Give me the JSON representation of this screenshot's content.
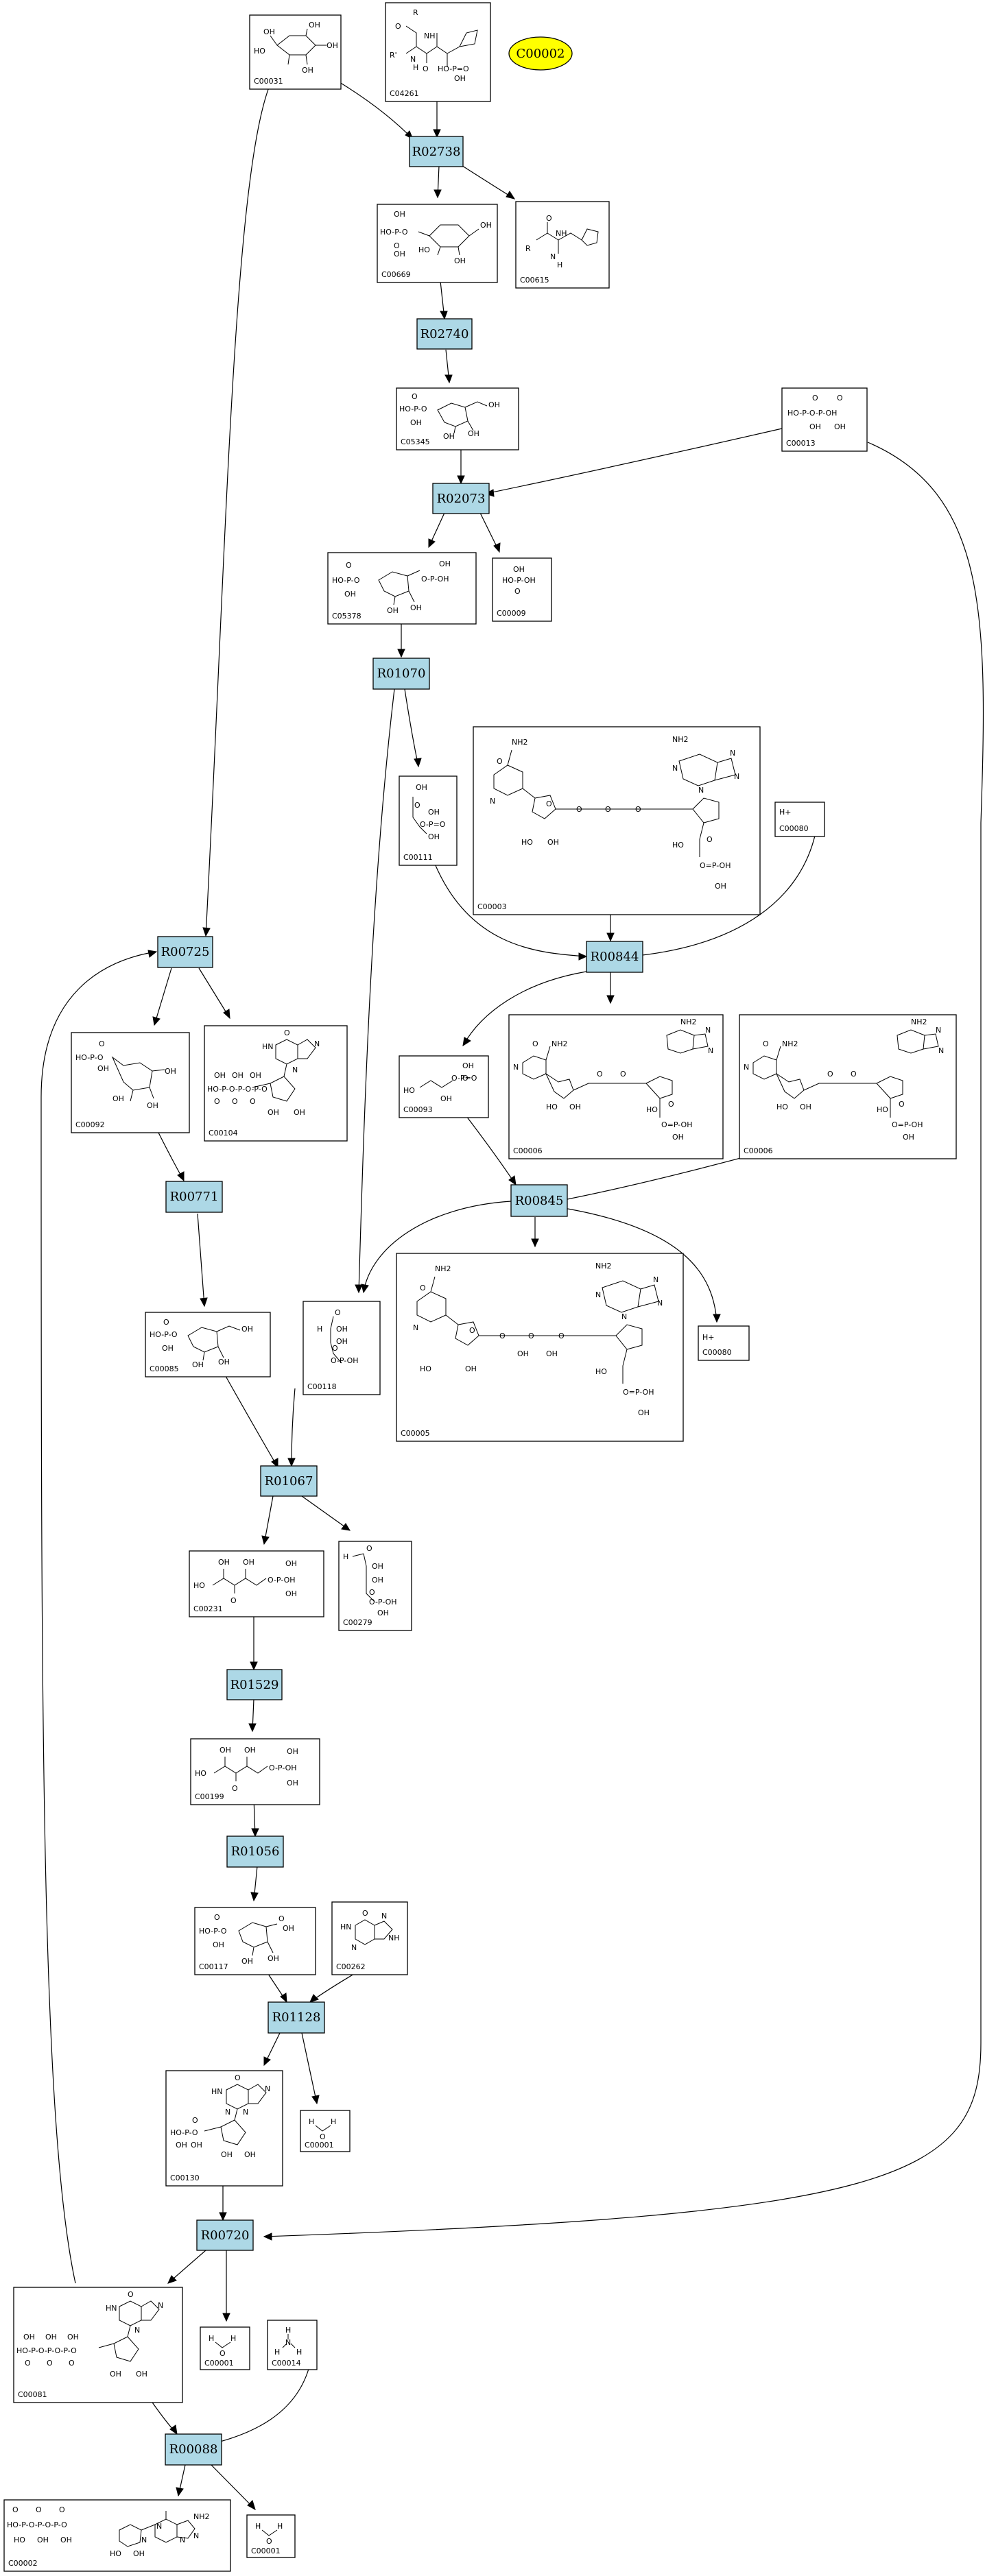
{
  "compounds": [
    {
      "id": "C00031",
      "atoms": [
        "OH",
        "OH",
        "HO",
        "OH",
        "OH"
      ]
    },
    {
      "id": "C04261",
      "atoms": [
        "R",
        "O",
        "NH",
        "R'",
        "N",
        "H",
        "O",
        "HO-P=O",
        "OH"
      ]
    },
    {
      "id": "C00669",
      "atoms": [
        "OH",
        "HO-P-O",
        "O",
        "OH",
        "HO",
        "OH",
        "OH"
      ]
    },
    {
      "id": "C00615",
      "atoms": [
        "O",
        "NH",
        "R",
        "N",
        "H"
      ]
    },
    {
      "id": "C05345",
      "atoms": [
        "O",
        "HO-P-O",
        "OH",
        "OH",
        "OH",
        "OH"
      ]
    },
    {
      "id": "C00013",
      "atoms": [
        "O",
        "O",
        "HO-P-O-P-OH",
        "OH",
        "OH"
      ]
    },
    {
      "id": "C05378",
      "atoms": [
        "O",
        "HO-P-O",
        "OH",
        "OH",
        "O-P-OH",
        "OH",
        "OH"
      ]
    },
    {
      "id": "C00009",
      "atoms": [
        "OH",
        "HO-P-OH",
        "O"
      ]
    },
    {
      "id": "C00111",
      "atoms": [
        "OH",
        "O",
        "OH",
        "O-P=O",
        "OH"
      ]
    },
    {
      "id": "C00003",
      "atoms": [
        "NH2",
        "O",
        "NH2",
        "N",
        "N",
        "N",
        "N",
        "O",
        "O",
        "O",
        "N",
        "O",
        "HO",
        "OH",
        "HO",
        "O",
        "O=P-OH",
        "OH"
      ]
    },
    {
      "id": "C00080",
      "atoms": [
        "H+"
      ]
    },
    {
      "id": "C00092",
      "atoms": [
        "O",
        "HO-P-O",
        "OH",
        "OH",
        "OH",
        "OH"
      ]
    },
    {
      "id": "C00104",
      "atoms": [
        "O",
        "HN",
        "N",
        "N",
        "OH",
        "OH",
        "OH",
        "HO-P-O-P-O-P-O",
        "O",
        "O",
        "O",
        "OH",
        "OH"
      ]
    },
    {
      "id": "C00006",
      "atoms": [
        "NH2",
        "O",
        "NH2",
        "N",
        "N",
        "N",
        "O",
        "O",
        "HO",
        "OH",
        "HO",
        "O",
        "O=P-OH",
        "OH"
      ]
    },
    {
      "id": "C00093",
      "atoms": [
        "OH",
        "O",
        "HO",
        "O-P=O",
        "OH"
      ]
    },
    {
      "id": "C00006",
      "atoms": [
        "NH2",
        "O",
        "NH2",
        "N",
        "N",
        "N",
        "O",
        "O",
        "HO",
        "OH",
        "HO",
        "O",
        "O=P-OH",
        "OH"
      ]
    },
    {
      "id": "C00085",
      "atoms": [
        "O",
        "HO-P-O",
        "OH",
        "OH",
        "OH",
        "OH"
      ]
    },
    {
      "id": "C00118",
      "atoms": [
        "O",
        "H",
        "OH",
        "O",
        "OH",
        "O-P-OH"
      ]
    },
    {
      "id": "C00005",
      "atoms": [
        "NH2",
        "O",
        "NH2",
        "N",
        "N",
        "N",
        "N",
        "O",
        "O",
        "O",
        "N",
        "O",
        "HO",
        "OH",
        "HO",
        "OH",
        "OH",
        "O=P-OH",
        "OH"
      ]
    },
    {
      "id": "C00080",
      "atoms": [
        "H+"
      ]
    },
    {
      "id": "C00231",
      "atoms": [
        "OH",
        "OH",
        "HO",
        "OH",
        "O",
        "O-P-OH",
        "OH"
      ]
    },
    {
      "id": "C00279",
      "atoms": [
        "H",
        "O",
        "OH",
        "OH",
        "O",
        "O-P-OH",
        "OH"
      ]
    },
    {
      "id": "C00199",
      "atoms": [
        "OH",
        "OH",
        "HO",
        "O",
        "O-P-OH",
        "OH",
        "OH"
      ]
    },
    {
      "id": "C00117",
      "atoms": [
        "O",
        "HO-P-O",
        "OH",
        "O",
        "OH",
        "OH",
        "OH"
      ]
    },
    {
      "id": "C00262",
      "atoms": [
        "O",
        "HN",
        "N",
        "N",
        "NH"
      ]
    },
    {
      "id": "C00130",
      "atoms": [
        "O",
        "HN",
        "N",
        "N",
        "N",
        "O",
        "HO-P-O",
        "OH",
        "OH",
        "OH",
        "OH"
      ]
    },
    {
      "id": "C00001",
      "atoms": [
        "H",
        "O",
        "H"
      ]
    },
    {
      "id": "C00081",
      "atoms": [
        "O",
        "HN",
        "N",
        "N",
        "OH",
        "OH",
        "OH",
        "HO-P-O-P-O-P-O",
        "O",
        "O",
        "O",
        "OH",
        "OH"
      ]
    },
    {
      "id": "C00001",
      "atoms": [
        "H",
        "O",
        "H"
      ]
    },
    {
      "id": "C00014",
      "atoms": [
        "H",
        "N",
        "H",
        "H"
      ]
    },
    {
      "id": "C00002",
      "atoms": [
        "O",
        "O",
        "O",
        "NH2",
        "HO-P-O-P-O-P-O",
        "N",
        "N",
        "N",
        "HO",
        "OH",
        "OH",
        "HO",
        "OH",
        "N"
      ]
    },
    {
      "id": "C00001",
      "atoms": [
        "H",
        "O",
        "H"
      ]
    }
  ],
  "reactions": [
    "R02738",
    "R02740",
    "R02073",
    "R01070",
    "R00844",
    "R00725",
    "R00771",
    "R00845",
    "R01067",
    "R01529",
    "R01056",
    "R01128",
    "R00720",
    "R00088"
  ],
  "highlight": {
    "id": "C00002",
    "color": "#ffff00"
  },
  "colors": {
    "reaction_fill": "#add8e6",
    "compound_fill": "#ffffff",
    "stroke": "#000000"
  }
}
